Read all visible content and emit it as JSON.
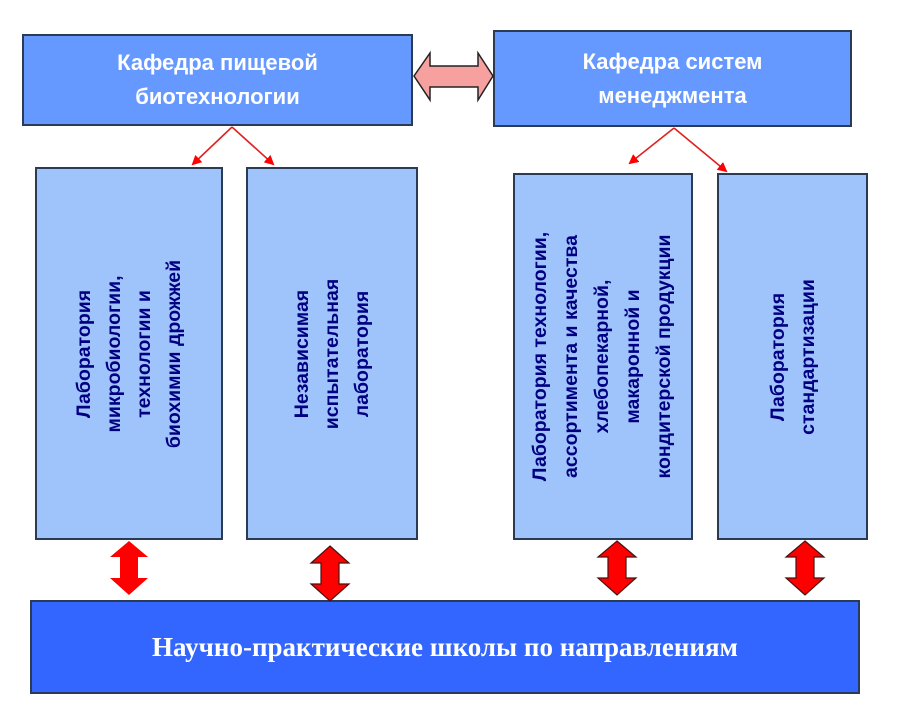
{
  "departments": [
    {
      "id": "food-biotech",
      "lines": [
        "Кафедра пищевой",
        "биотехнологии"
      ]
    },
    {
      "id": "management-systems",
      "lines": [
        "Кафедра систем",
        "менеджмента"
      ]
    }
  ],
  "laboratories": [
    {
      "id": "microbiology",
      "lines": [
        "Лаборатория",
        "микробиологии,",
        "технологии и",
        "биохимии дрожжей"
      ]
    },
    {
      "id": "independent-testing",
      "lines": [
        "Независимая",
        "испытательная",
        "лаборатория"
      ]
    },
    {
      "id": "bakery-quality",
      "lines": [
        "Лаборатория технологии,",
        "ассортимента и качества",
        "хлебопекарной,",
        "макаронной и",
        "кондитерской продукции"
      ]
    },
    {
      "id": "standardization",
      "lines": [
        "Лаборатория",
        "стандартизации"
      ]
    }
  ],
  "school": {
    "label": "Научно-практические школы по направлениям"
  },
  "colors": {
    "department_fill": "#6699ff",
    "lab_fill": "#9fc3fb",
    "lab_text": "#000080",
    "school_fill": "#3366ff",
    "link_arrow": "#ff0000",
    "dept_link_arrow": "#f7a0a0"
  }
}
